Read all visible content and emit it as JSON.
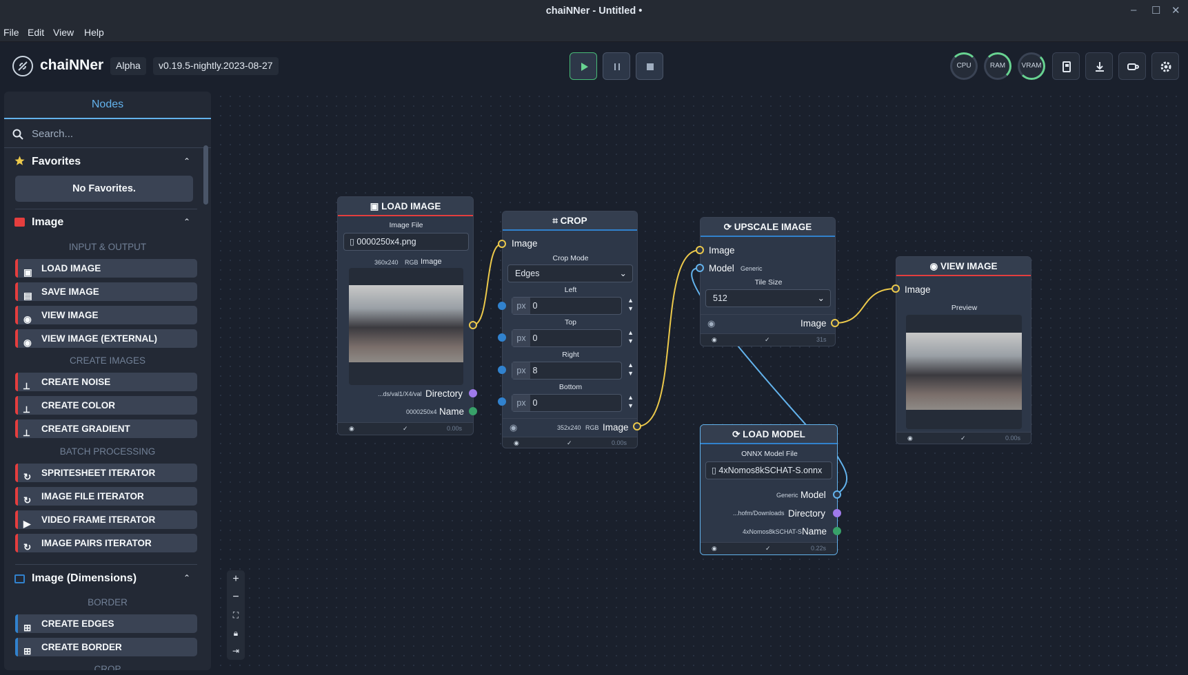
{
  "window": {
    "title": "chaiNNer - Untitled •"
  },
  "menu": [
    "File",
    "Edit",
    "View",
    "Help"
  ],
  "header": {
    "brand": "chaiNNer",
    "channel": "Alpha",
    "version": "v0.19.5-nightly.2023-08-27",
    "gauges": [
      "CPU",
      "RAM",
      "VRAM"
    ]
  },
  "sidebar": {
    "tab": "Nodes",
    "search_placeholder": "Search...",
    "favorites": {
      "title": "Favorites",
      "empty": "No Favorites."
    },
    "image": {
      "title": "Image",
      "groups": [
        {
          "name": "INPUT & OUTPUT",
          "items": [
            "LOAD IMAGE",
            "SAVE IMAGE",
            "VIEW IMAGE",
            "VIEW IMAGE (EXTERNAL)"
          ]
        },
        {
          "name": "CREATE IMAGES",
          "items": [
            "CREATE NOISE",
            "CREATE COLOR",
            "CREATE GRADIENT"
          ]
        },
        {
          "name": "BATCH PROCESSING",
          "items": [
            "SPRITESHEET ITERATOR",
            "IMAGE FILE ITERATOR",
            "VIDEO FRAME ITERATOR",
            "IMAGE PAIRS ITERATOR"
          ]
        }
      ]
    },
    "image_dimensions": {
      "title": "Image (Dimensions)",
      "groups": [
        {
          "name": "BORDER",
          "items": [
            "CREATE EDGES",
            "CREATE BORDER"
          ]
        },
        {
          "name": "CROP",
          "items": []
        }
      ]
    }
  },
  "nodes": {
    "load_image": {
      "title": "LOAD IMAGE",
      "file_label": "Image File",
      "file": "0000250x4.png",
      "dims": "360x240",
      "mode": "RGB",
      "out_image": "Image",
      "dir_val": "...ds/val1/X4/val",
      "dir_label": "Directory",
      "name_val": "0000250x4",
      "name_label": "Name",
      "time": "0.00s"
    },
    "crop": {
      "title": "CROP",
      "in_image": "Image",
      "mode_label": "Crop Mode",
      "mode": "Edges",
      "unit": "px",
      "fields": [
        {
          "label": "Left",
          "value": "0"
        },
        {
          "label": "Top",
          "value": "0"
        },
        {
          "label": "Right",
          "value": "8"
        },
        {
          "label": "Bottom",
          "value": "0"
        }
      ],
      "dims": "352x240",
      "color": "RGB",
      "out_image": "Image",
      "time": "0.00s"
    },
    "upscale": {
      "title": "UPSCALE IMAGE",
      "in_image": "Image",
      "in_model": "Model",
      "model_type": "Generic",
      "tile_label": "Tile Size",
      "tile": "512",
      "out_image": "Image",
      "time": "31s"
    },
    "view": {
      "title": "VIEW IMAGE",
      "in_image": "Image",
      "preview_label": "Preview",
      "time": "0.00s"
    },
    "load_model": {
      "title": "LOAD MODEL",
      "file_label": "ONNX Model File",
      "file": "4xNomos8kSCHAT-S.onnx",
      "model_type": "Generic",
      "model_label": "Model",
      "dir_val": "...hofm/Downloads",
      "dir_label": "Directory",
      "name_val": "4xNomos8kSCHAT-S",
      "name_label": "Name",
      "time": "0.22s"
    }
  },
  "colors": {
    "accent": "#63b3ed",
    "image_port": "#ecc94b",
    "dir_port": "#9f7aea",
    "name_port": "#38a169",
    "model_port": "#4299e1",
    "image_category": "#e53e3e",
    "dims_category": "#3182ce"
  }
}
